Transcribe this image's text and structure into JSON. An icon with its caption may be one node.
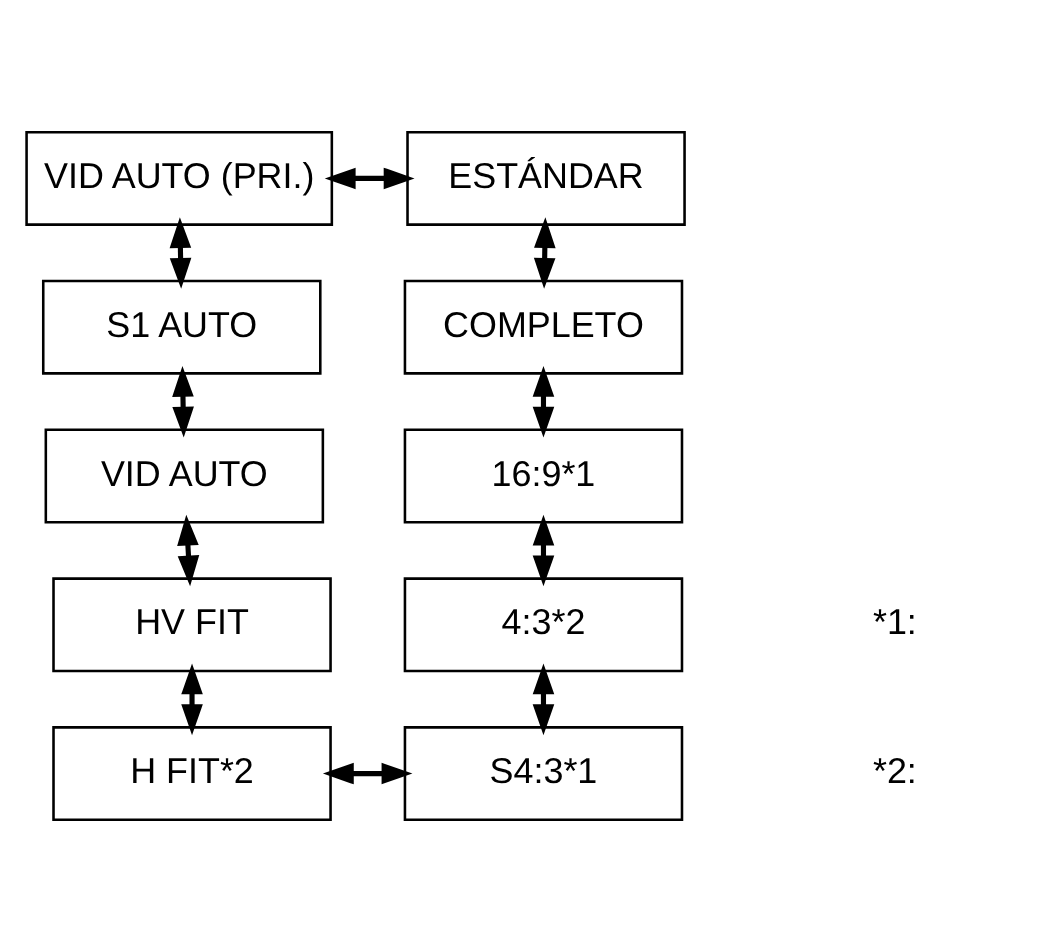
{
  "diagram": {
    "nodes": [
      {
        "text": [
          "VID AUTO (PRI.)"
        ]
      },
      {
        "text": [
          "S1 AUTO"
        ]
      },
      {
        "text": [
          "VID AUTO"
        ]
      },
      {
        "text": [
          "HV FIT"
        ]
      },
      {
        "text": [
          "H FIT*2"
        ]
      },
      {
        "text": [
          "ESTÁNDAR"
        ]
      },
      {
        "text": [
          "COMPLETO"
        ]
      },
      {
        "text": [
          "16:9*1"
        ]
      },
      {
        "text": [
          "4:3*2"
        ]
      },
      {
        "text": [
          "S4:3*1"
        ]
      }
    ],
    "edges": [
      {
        "from": 0,
        "to": 1,
        "arrow": "both"
      },
      {
        "from": 1,
        "to": 2,
        "arrow": "both"
      },
      {
        "from": 2,
        "to": 3,
        "arrow": "both"
      },
      {
        "from": 3,
        "to": 4,
        "arrow": "both"
      },
      {
        "from": 5,
        "to": 6,
        "arrow": "both"
      },
      {
        "from": 6,
        "to": 7,
        "arrow": "both"
      },
      {
        "from": 7,
        "to": 8,
        "arrow": "both"
      },
      {
        "from": 8,
        "to": 9,
        "arrow": "both"
      },
      {
        "from": 0,
        "to": 5,
        "arrow": "both"
      },
      {
        "from": 4,
        "to": 9,
        "arrow": "both"
      }
    ],
    "labels": [
      "*1:",
      "*2:"
    ]
  }
}
